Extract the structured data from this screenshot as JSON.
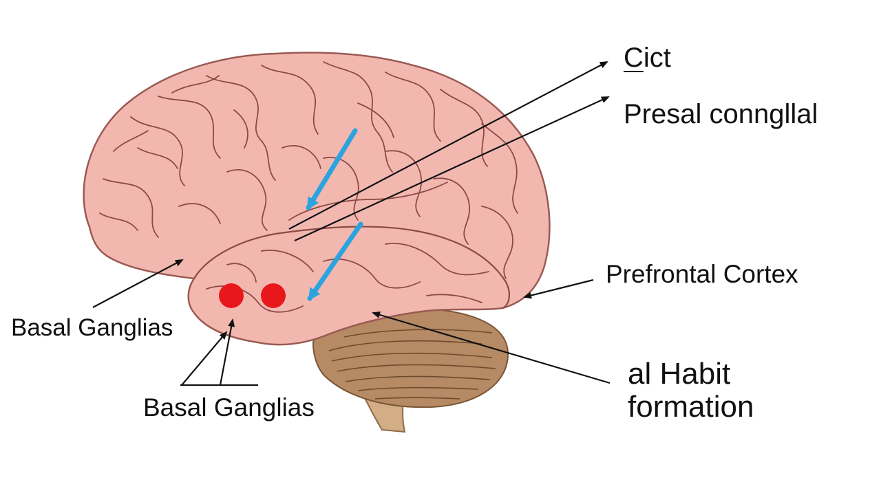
{
  "labels": {
    "cict_first": "C",
    "cict_rest": "ict",
    "presal": "Presal conngllal",
    "prefrontal": "Prefrontal Cortex",
    "basal_left": "Basal Ganglias",
    "basal_bottom": "Basal Ganglias",
    "habit_line1": "al Habit",
    "habit_line2": "formation"
  },
  "colors": {
    "brain_fill": "#f2b8b0",
    "brain_outline": "#9a5a52",
    "sulci": "#8c4a44",
    "cerebellum": "#b58a64",
    "brainstem": "#d3ad86",
    "red_marker": "#e8171b",
    "blue_arrow": "#2ba3de",
    "arrow_line": "#111111"
  },
  "icons": [
    "red-dot-marker",
    "blue-arrow-icon"
  ]
}
